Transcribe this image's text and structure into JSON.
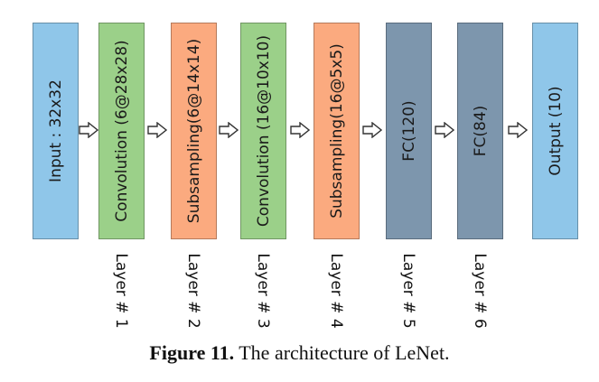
{
  "colors": {
    "input": "#8fc6e9",
    "conv": "#9bd089",
    "subsample": "#fbaa7f",
    "fc": "#7d96ad",
    "output": "#8fc6e9",
    "arrow_fill": "#ffffff",
    "arrow_stroke": "#333333"
  },
  "blocks": [
    {
      "label": "Input : 32x32",
      "kind": "input"
    },
    {
      "label": "Convolution (6@28x28)",
      "kind": "conv"
    },
    {
      "label": "Subsampling(6@14x14)",
      "kind": "subsample"
    },
    {
      "label": "Convolution (16@10x10)",
      "kind": "conv"
    },
    {
      "label": "Subsampling(16@5x5)",
      "kind": "subsample"
    },
    {
      "label": "FC(120)",
      "kind": "fc"
    },
    {
      "label": "FC(84)",
      "kind": "fc"
    },
    {
      "label": "Output (10)",
      "kind": "output"
    }
  ],
  "layers": [
    {
      "label": "Layer # 1"
    },
    {
      "label": "Layer # 2"
    },
    {
      "label": "Layer # 3"
    },
    {
      "label": "Layer # 4"
    },
    {
      "label": "Layer # 5"
    },
    {
      "label": "Layer # 6"
    }
  ],
  "caption": {
    "number": "Figure 11.",
    "text": " The architecture of LeNet."
  }
}
